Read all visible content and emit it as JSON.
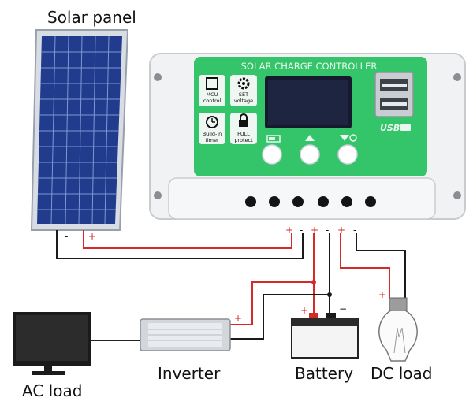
{
  "labels": {
    "solar_panel": "Solar panel",
    "inverter": "Inverter",
    "battery": "Battery",
    "dc_load": "DC load",
    "ac_load": "AC load"
  },
  "controller": {
    "title": "SOLAR CHARGE CONTROLLER",
    "mcu_label_1": "MCU",
    "mcu_label_2": "control",
    "set_label_1": "SET",
    "set_label_2": "voltage",
    "timer_label_1": "Build-in",
    "timer_label_2": "timer",
    "protect_label_1": "FULL",
    "protect_label_2": "protect",
    "usb_label": "USB"
  },
  "polarity": {
    "plus": "+",
    "minus": "-",
    "minus_long": "−"
  },
  "colors": {
    "positive_wire": "#d42a2a",
    "negative_wire": "#1a1a1a",
    "controller_green": "#34c46a",
    "panel_blue": "#1f3a8a"
  }
}
